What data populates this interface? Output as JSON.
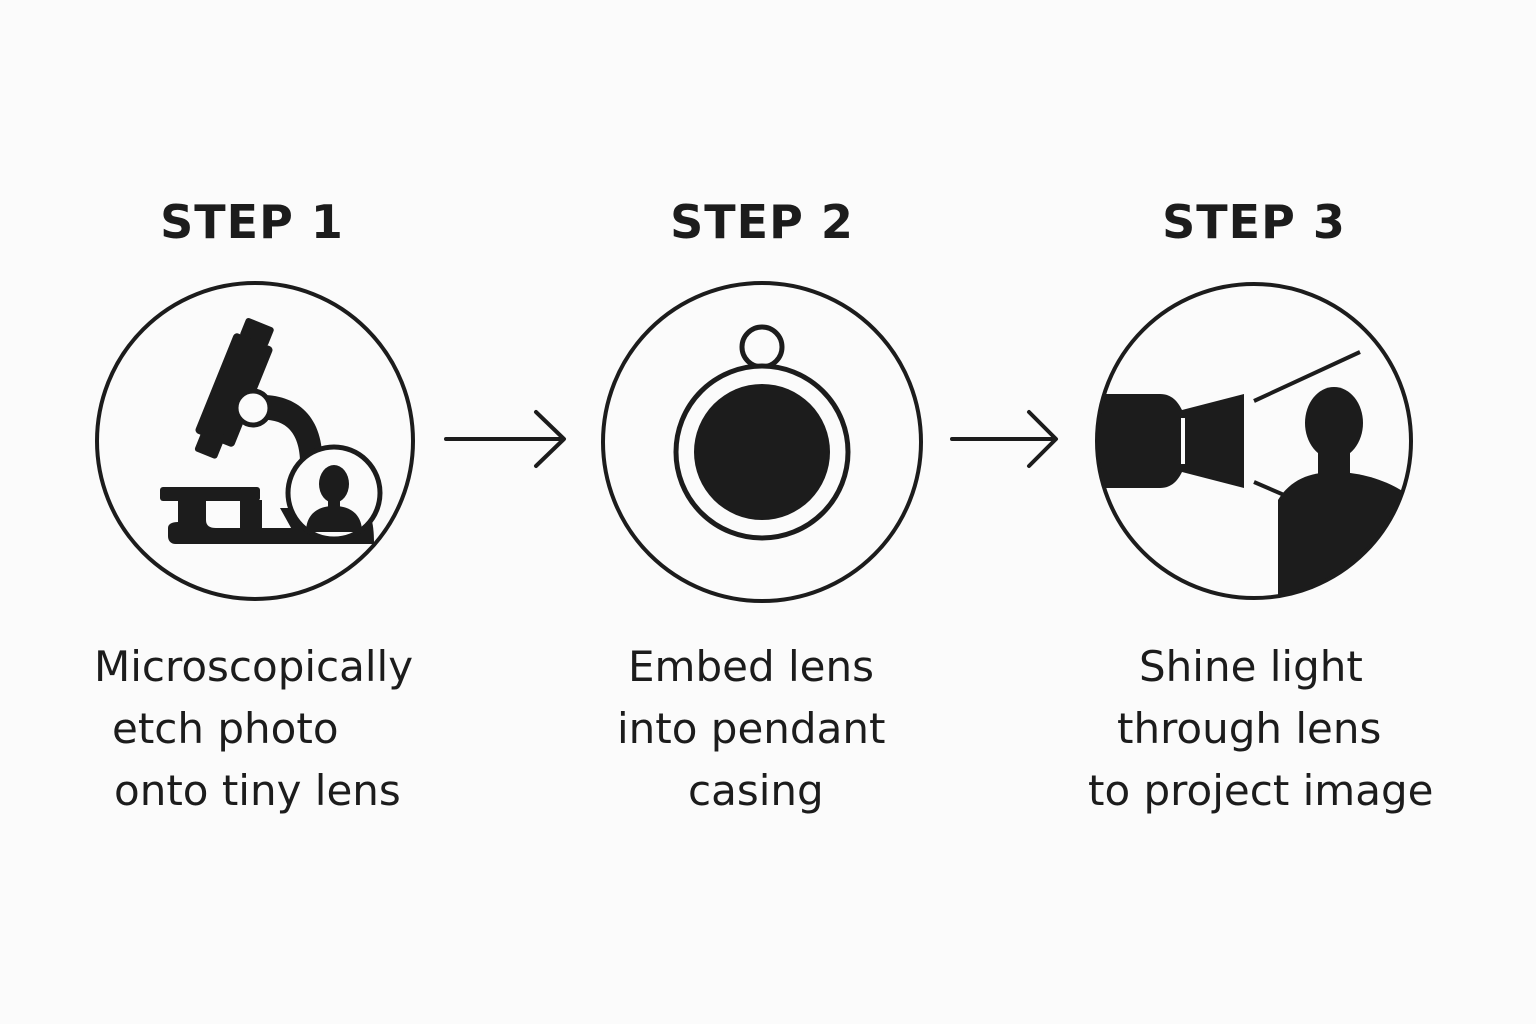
{
  "steps": [
    {
      "title": "STEP 1",
      "caption": [
        "Microscopically",
        "etch photo",
        "onto tiny lens"
      ],
      "icon": "microscope-icon"
    },
    {
      "title": "STEP 2",
      "caption": [
        "Embed lens",
        "into pendant",
        "casing"
      ],
      "icon": "pendant-icon"
    },
    {
      "title": "STEP 3",
      "caption": [
        "Shine light",
        "through lens",
        "to project image"
      ],
      "icon": "projector-icon"
    }
  ],
  "colors": {
    "ink": "#1c1c1c",
    "background": "#fbfbfb"
  }
}
